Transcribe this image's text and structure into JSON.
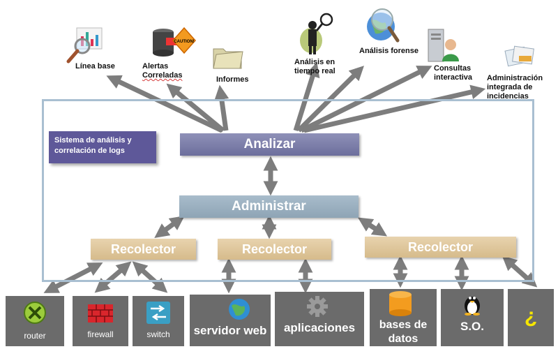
{
  "system_label": "Sistema de análisis y correlación de logs",
  "layers": {
    "analizar": "Analizar",
    "administrar": "Administrar",
    "recolector_1": "Recolector",
    "recolector_2": "Recolector",
    "recolector_3": "Recolector"
  },
  "outputs": {
    "linea_base": "Línea base",
    "alertas_1": "Alertas",
    "alertas_2": "Correladas",
    "caution": "CAUTION!",
    "informes": "Informes",
    "analisis_tr_1": "Análisis en",
    "analisis_tr_2": "tiempo real",
    "forense": "Análisis forense",
    "consultas_1": "Consultas",
    "consultas_2": "interactiva",
    "admin_1": "Administración",
    "admin_2": "integrada de",
    "admin_3": "incidencias"
  },
  "sources": {
    "router": "router",
    "firewall": "firewall",
    "switch": "switch",
    "servidor_web": "servidor web",
    "aplicaciones": "aplicaciones",
    "bases_1": "bases de",
    "bases_2": "datos",
    "so": "S.O.",
    "unknown": "¿"
  },
  "colors": {
    "arrow": "#7d7d7d",
    "analizar": "#7b7daa",
    "administrar": "#98adbd",
    "recolector": "#dfc69b",
    "system_box": "#5e5899",
    "frame": "#a9bfd1",
    "device_bg": "#6b6b6b"
  },
  "icons": [
    "magnifier-chart-icon",
    "caution-database-icon",
    "folder-icon",
    "person-magnifier-icon",
    "globe-magnifier-icon",
    "server-user-icon",
    "documents-icon",
    "router-icon",
    "firewall-icon",
    "switch-icon",
    "globe-icon",
    "gear-icon",
    "database-icon",
    "linux-penguin-icon"
  ]
}
